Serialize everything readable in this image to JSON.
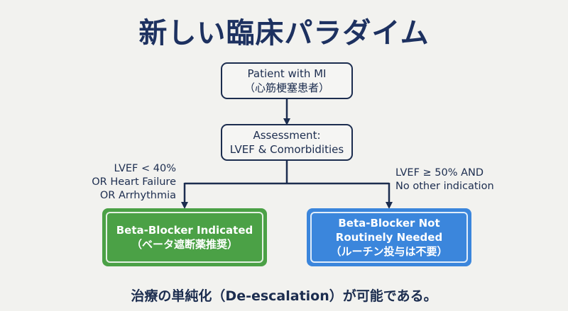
{
  "title": "新しい臨床パラダイム",
  "nodes": {
    "patient": {
      "line1": "Patient with MI",
      "line2": "（心筋梗塞患者）"
    },
    "assessment": {
      "line1": "Assessment:",
      "line2": "LVEF & Comorbidities"
    },
    "indicated": {
      "line1": "Beta-Blocker Indicated",
      "line2": "（ベータ遮断薬推奨）",
      "color": "#4ba146"
    },
    "not_needed": {
      "line1": "Beta-Blocker Not",
      "line2": "Routinely Needed",
      "line3": "（ルーチン投与は不要）",
      "color": "#3b86dc"
    }
  },
  "conditions": {
    "left": {
      "line1": "LVEF < 40%",
      "line2": "OR Heart Failure",
      "line3": "OR Arrhythmia"
    },
    "right": {
      "line1": "LVEF ≥ 50% AND",
      "line2": "No other indication"
    }
  },
  "footer": "治療の単純化（De-escalation）が可能である。"
}
